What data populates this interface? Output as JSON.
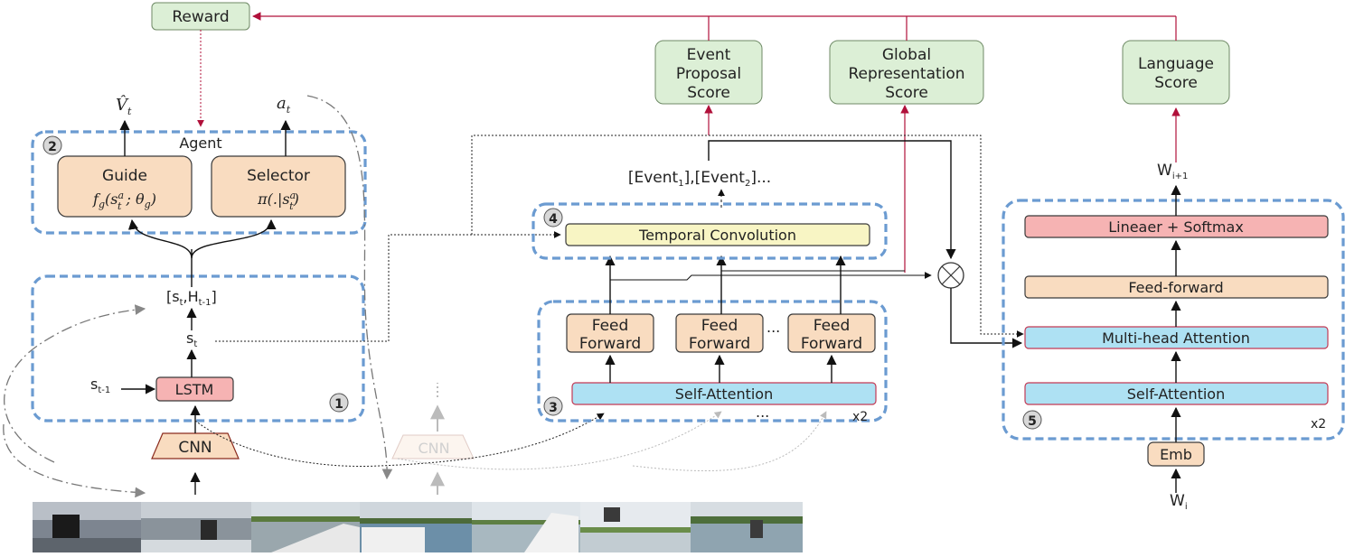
{
  "top": {
    "reward": "Reward",
    "event_score": [
      "Event",
      "Proposal",
      "Score"
    ],
    "global_score": [
      "Global",
      "Representation",
      "Score"
    ],
    "language_score": [
      "Language",
      "Score"
    ]
  },
  "agent": {
    "label": "Agent",
    "num": "2",
    "guide_title": "Guide",
    "guide_formula": "f_g(s_t^a ; θ_g)",
    "selector_title": "Selector",
    "selector_formula": "π(.|s_t^a)",
    "v_hat": "V̂_t",
    "a_t": "a_t"
  },
  "module1": {
    "num": "1",
    "concat": "[s_t,H_t-1]",
    "st": "s_t",
    "st1": "s_t-1",
    "lstm": "LSTM",
    "cnn": "CNN",
    "cnn_faded": "CNN"
  },
  "module3": {
    "num": "3",
    "ff": [
      "Feed",
      "Forward"
    ],
    "ellipsis": "...",
    "self_attention": "Self-Attention",
    "x2": "x2"
  },
  "module4": {
    "num": "4",
    "temporal": "Temporal Convolution",
    "events": "[Event_1],[Event_2]..."
  },
  "module5": {
    "num": "5",
    "linear_softmax": "Lineaer + Softmax",
    "feed_forward": "Feed-forward",
    "mha": "Multi-head Attention",
    "self_attention": "Self-Attention",
    "emb": "Emb",
    "w_in": "W_i",
    "w_out": "W_i+1",
    "x2": "x2"
  }
}
